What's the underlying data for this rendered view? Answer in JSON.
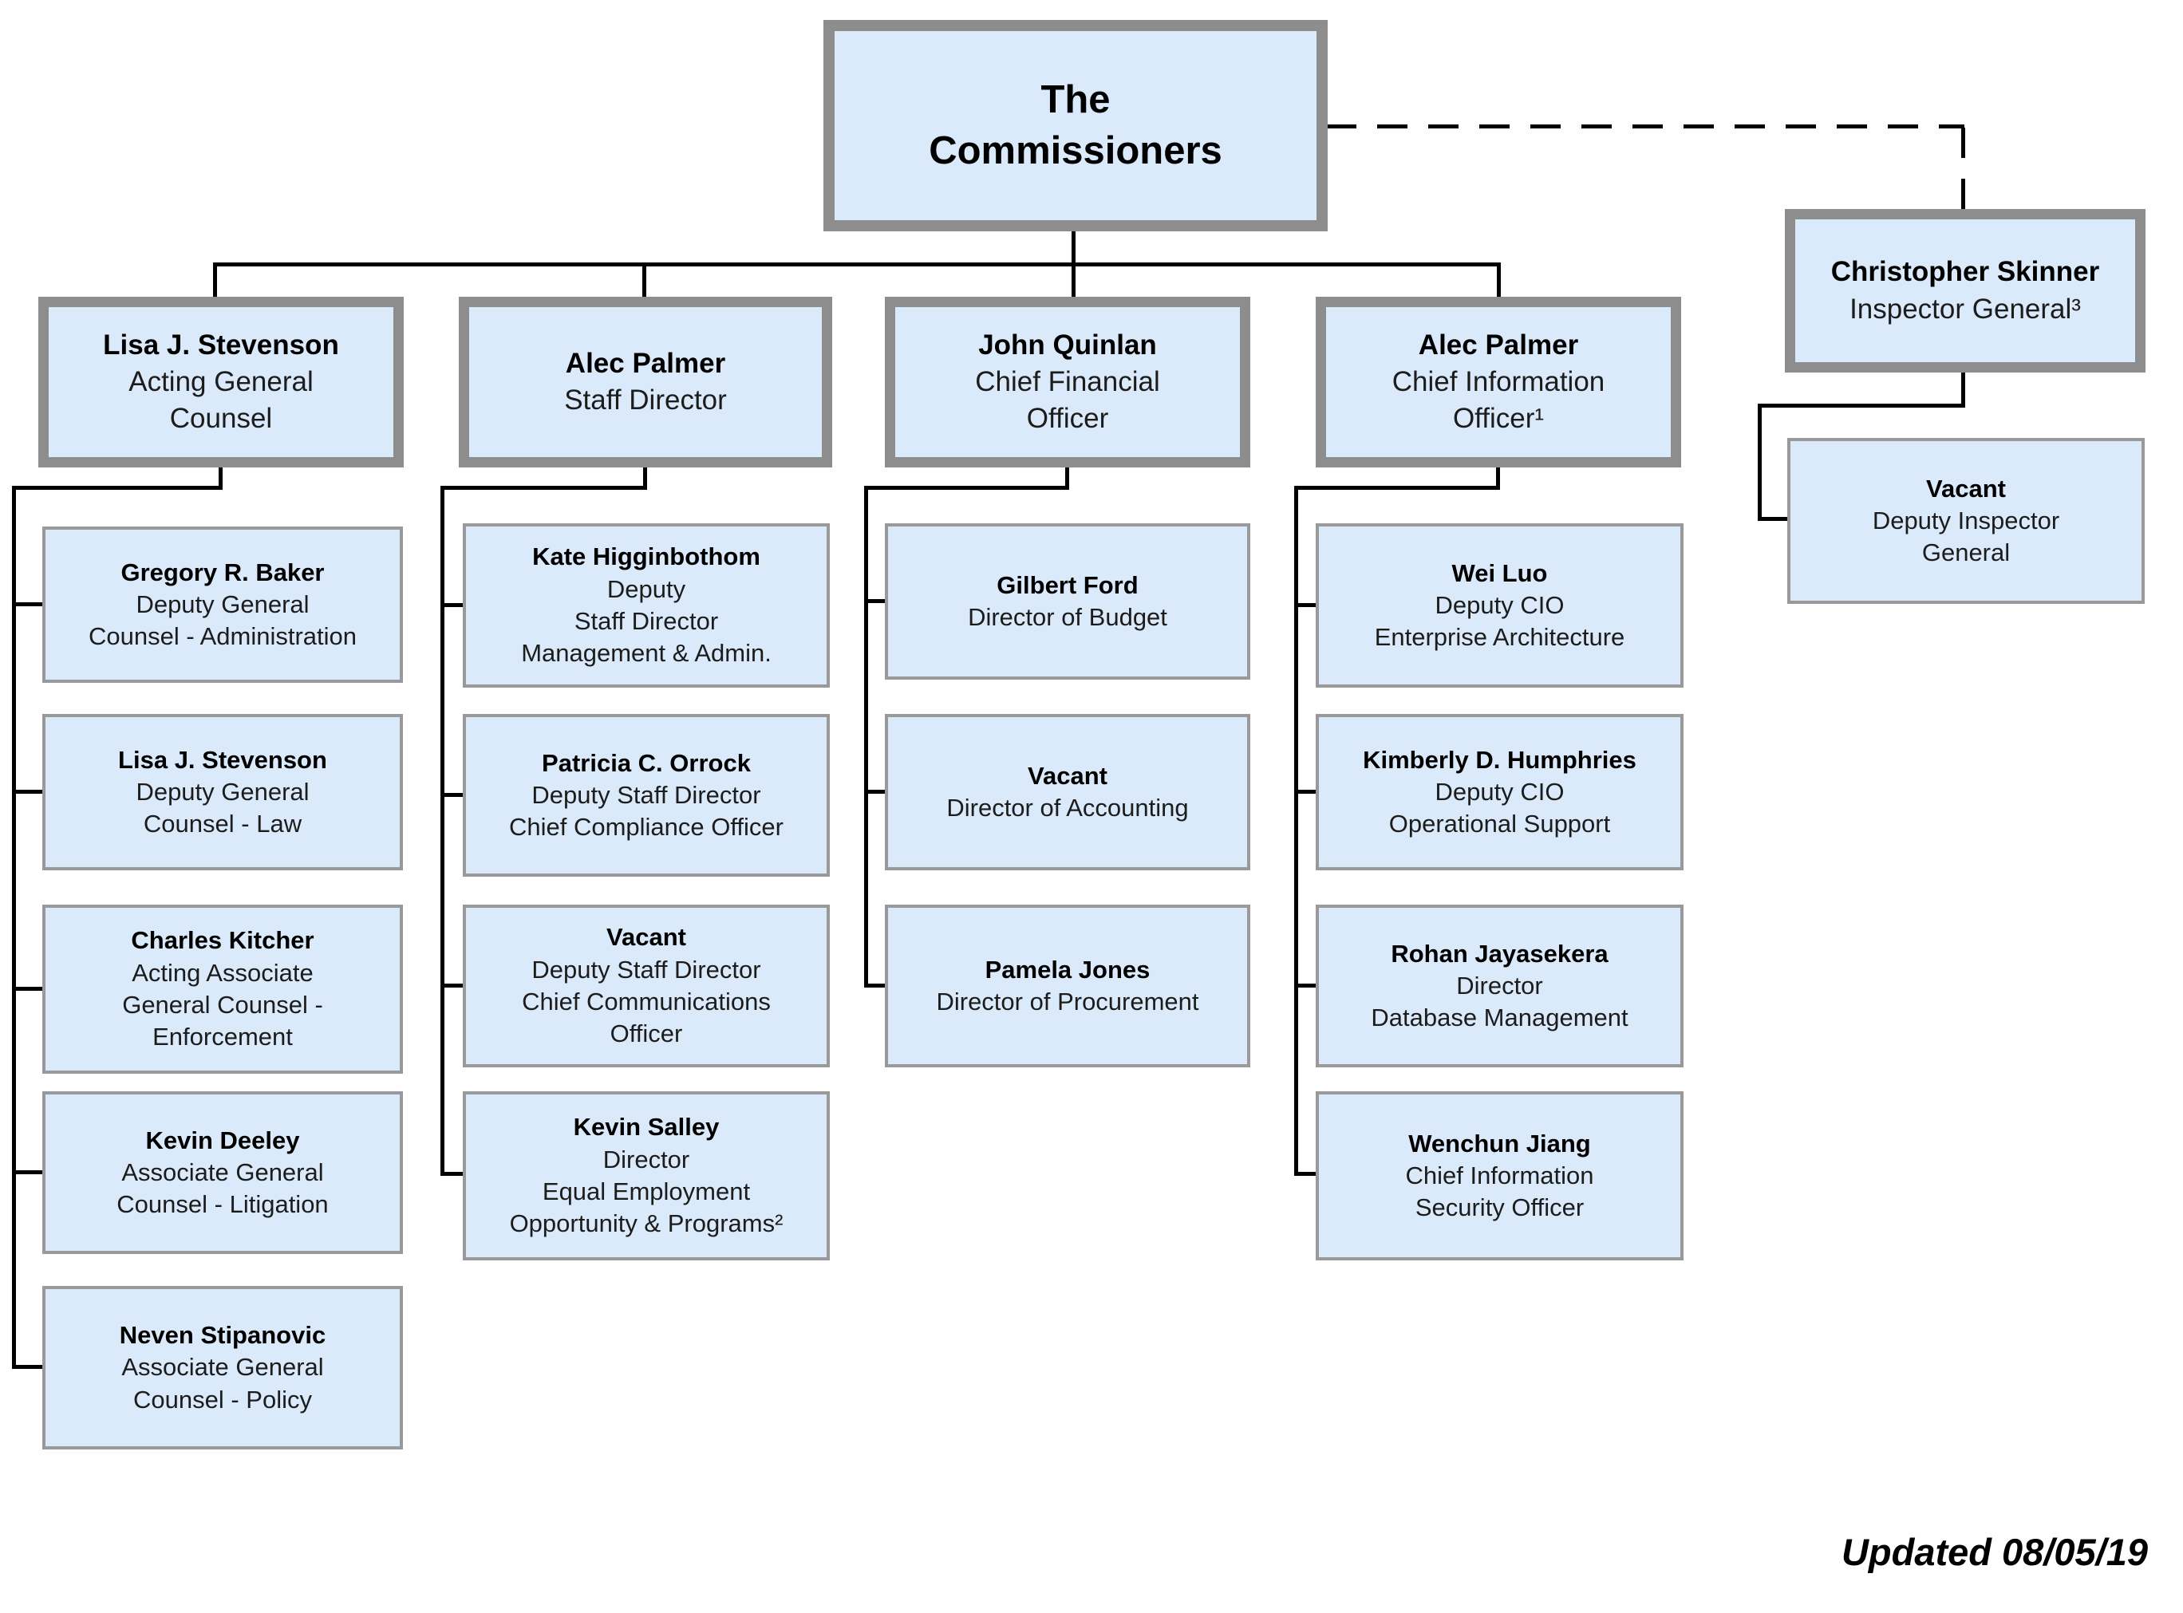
{
  "root": {
    "name": "The\nCommissioners"
  },
  "inspector_general": {
    "name": "Christopher Skinner",
    "title": "Inspector General³"
  },
  "deputy_inspector_general": {
    "name": "Vacant",
    "title": "Deputy Inspector\nGeneral"
  },
  "columns": [
    {
      "head": {
        "name": "Lisa J. Stevenson",
        "title": "Acting General\nCounsel"
      },
      "children": [
        {
          "name": "Gregory R. Baker",
          "title": "Deputy General\nCounsel - Administration"
        },
        {
          "name": "Lisa J. Stevenson",
          "title": "Deputy General\nCounsel - Law"
        },
        {
          "name": "Charles Kitcher",
          "title": "Acting Associate\nGeneral Counsel -\nEnforcement"
        },
        {
          "name": "Kevin Deeley",
          "title": "Associate General\nCounsel - Litigation"
        },
        {
          "name": "Neven Stipanovic",
          "title": "Associate General\nCounsel - Policy"
        }
      ]
    },
    {
      "head": {
        "name": "Alec Palmer",
        "title": "Staff Director"
      },
      "children": [
        {
          "name": "Kate Higginbothom",
          "title": "Deputy\nStaff Director\nManagement & Admin."
        },
        {
          "name": "Patricia C. Orrock",
          "title": "Deputy Staff Director\nChief Compliance Officer"
        },
        {
          "name": "Vacant",
          "title": "Deputy Staff Director\nChief Communications\nOfficer"
        },
        {
          "name": "Kevin Salley",
          "title": "Director\nEqual Employment\nOpportunity & Programs²"
        }
      ]
    },
    {
      "head": {
        "name": "John Quinlan",
        "title": "Chief Financial\nOfficer"
      },
      "children": [
        {
          "name": "Gilbert Ford",
          "title": "Director of Budget"
        },
        {
          "name": "Vacant",
          "title": "Director of Accounting"
        },
        {
          "name": "Pamela Jones",
          "title": "Director of Procurement"
        }
      ]
    },
    {
      "head": {
        "name": "Alec Palmer",
        "title": "Chief Information\nOfficer¹"
      },
      "children": [
        {
          "name": "Wei Luo",
          "title": "Deputy CIO\nEnterprise Architecture"
        },
        {
          "name": "Kimberly D. Humphries",
          "title": "Deputy CIO\nOperational Support"
        },
        {
          "name": "Rohan Jayasekera",
          "title": "Director\nDatabase Management"
        },
        {
          "name": "Wenchun Jiang",
          "title": "Chief Information\nSecurity Officer"
        }
      ]
    }
  ],
  "footer": {
    "updated": "Updated 08/05/19"
  },
  "colors": {
    "box_fill": "#dbeafa",
    "box_border_gray": "#8d8d8d",
    "connector": "#000000"
  }
}
